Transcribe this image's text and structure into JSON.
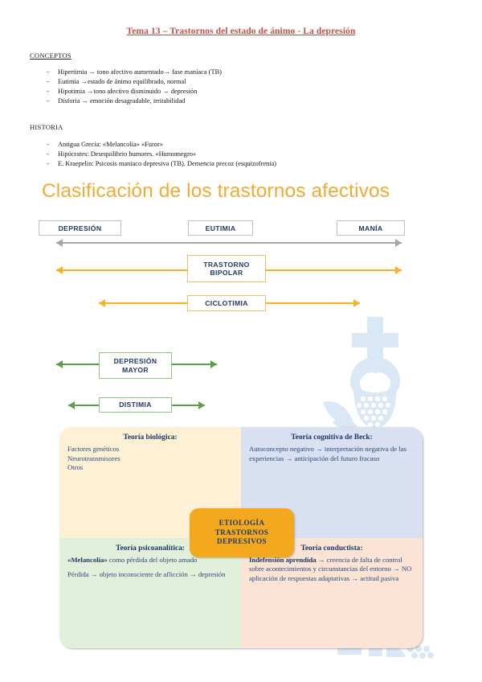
{
  "document": {
    "title": "Tema 13 – Trastornos del estado de ánimo - La depresión"
  },
  "conceptos": {
    "heading": "CONCEPTOS",
    "dash": "-",
    "items": [
      "Hipertimia → tono afectivo aumentado→ fase maníaca (TB)",
      "Eutimia →estado de ánimo equilibrado, normal",
      "Hipotimia →tono afectivo disminuido → depresión",
      "Disforia → emoción desagradable, irritabilidad"
    ]
  },
  "historia": {
    "heading": "HISTORIA",
    "dash": "-",
    "items": [
      "Antigua Grecia: «Melancolía» «Furor»",
      "Hipócrates: Desequilibrio humores. «Humomegro»",
      "E. Kraepelin: Psicosis maniaco depresiva (TB). Demencia precoz (esquizofrenia)"
    ]
  },
  "slide": {
    "title": "Clasificación de los trastornos afectivos",
    "spectrum": {
      "depresion": "DEPRESIÓN",
      "eutimia": "EUTIMIA",
      "mania": "MANÍA"
    },
    "bands": {
      "bipolar_line1": "TRASTORNO",
      "bipolar_line2": "BIPOLAR",
      "ciclotimia": "CICLOTIMIA",
      "depresion_mayor_line1": "DEPRESIÓN",
      "depresion_mayor_line2": "MAYOR",
      "distimia": "DISTIMIA"
    },
    "colors": {
      "title": "#f0ab35",
      "spectrum_border": "#bfbfbf",
      "orange_arrow": "#f5b324",
      "green_arrow": "#5f9e49",
      "box_text": "#1f3864"
    }
  },
  "etiologia": {
    "center_line1": "ETIOLOGÍA",
    "center_line2": "TRASTORNOS",
    "center_line3": "DEPRESIVOS",
    "center_bg": "#f4a81d",
    "quadrants": {
      "biologica": {
        "title": "Teoría biológica:",
        "bg": "#fdf0d5",
        "lines": [
          "Factores genéticos",
          "Neurotransmisores",
          "Otros"
        ]
      },
      "cognitiva": {
        "title": "Teoría cognitiva de Beck:",
        "bg": "#d9e0f2",
        "body": "Autoconcepto negativo → interpretación negativa de las experiencias → anticipación del futuro fracaso"
      },
      "psicoanalitica": {
        "title": "Teoría psicoanalítica:",
        "bg": "#e2efdb",
        "line1_strong": "«Melancolía»",
        "line1_rest": " como pérdida del objeto amado",
        "line2": "Pérdida →  objeto inconsciente de aflicción →  depresión"
      },
      "conductista": {
        "title": "Teoría conductista:",
        "bg": "#fbe3d5",
        "body_strong": "Indefensión aprendida",
        "body_rest": " → creencia de falta de control sobre acontecimientos y circunstancias del entorno → NO aplicación de respuestas adaptativas → actitud pasiva"
      }
    }
  },
  "watermark": {
    "label": "institutional-logo-watermark",
    "color": "#bcd4ee"
  }
}
